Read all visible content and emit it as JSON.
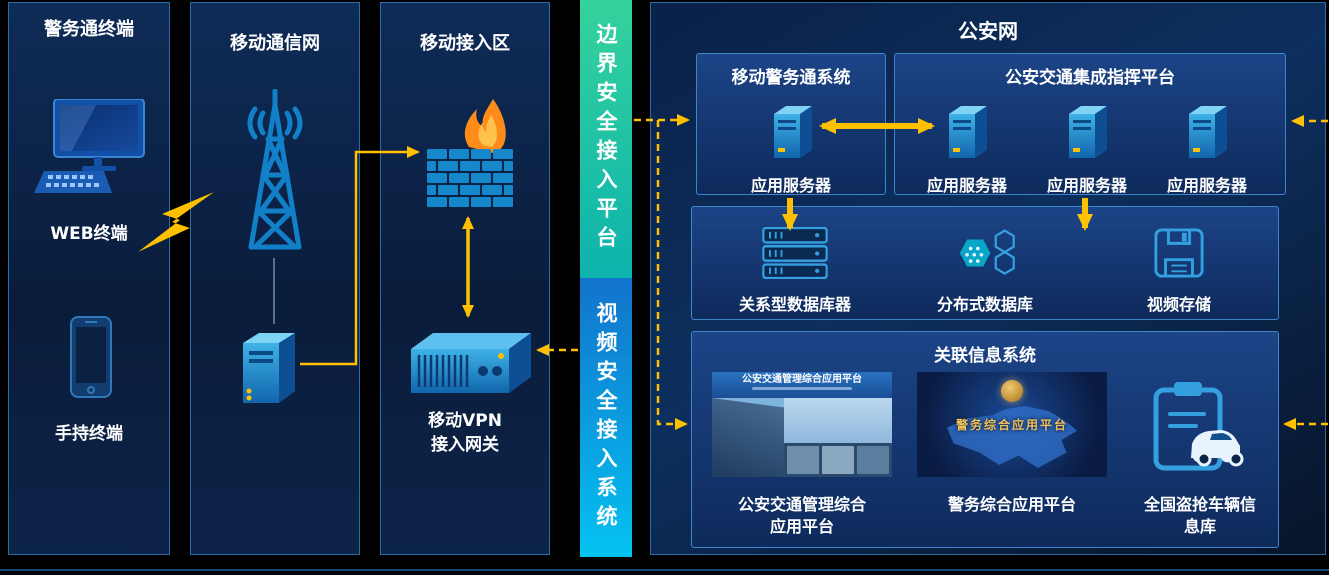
{
  "colors": {
    "accent": "#ffc000",
    "panel-border": "#2e6ca6",
    "bar-green-top": "#35d29c",
    "bar-green-bottom": "#0db3ad",
    "bar-blue-top": "#1273cc",
    "bar-blue-bottom": "#04c2f0",
    "icon-blue": "#1787cc"
  },
  "columns": {
    "terminal": {
      "title": "警务通终端",
      "web_label": "WEB终端",
      "hand_label": "手持终端"
    },
    "mobile_network": {
      "title": "移动通信网"
    },
    "mobile_access": {
      "title": "移动接入区",
      "vpn_line1": "移动VPN",
      "vpn_line2": "接入网关"
    }
  },
  "bars": {
    "boundary": "边界安全接入平台",
    "video": "视频安全接入系统"
  },
  "police_net": {
    "title": "公安网",
    "mobile_police_system": {
      "title": "移动警务通系统",
      "server_label": "应用服务器"
    },
    "traffic_platform": {
      "title": "公安交通集成指挥平台",
      "servers": [
        {
          "label": "应用服务器"
        },
        {
          "label": "应用服务器"
        },
        {
          "label": "应用服务器"
        }
      ]
    },
    "storage_row": {
      "relational_db": "关系型数据库器",
      "distributed_db": "分布式数据库",
      "video_storage": "视频存储"
    },
    "related_systems": {
      "title": "关联信息系统",
      "s1_banner": "公安交通管理综合应用平台",
      "s1_caption_line1": "公安交通管理综合",
      "s1_caption_line2": "应用平台",
      "s2_overlay": "警务综合应用平台",
      "s2_caption": "警务综合应用平台",
      "vehicle_line1": "全国盗抢车辆信",
      "vehicle_line2": "息库"
    }
  }
}
